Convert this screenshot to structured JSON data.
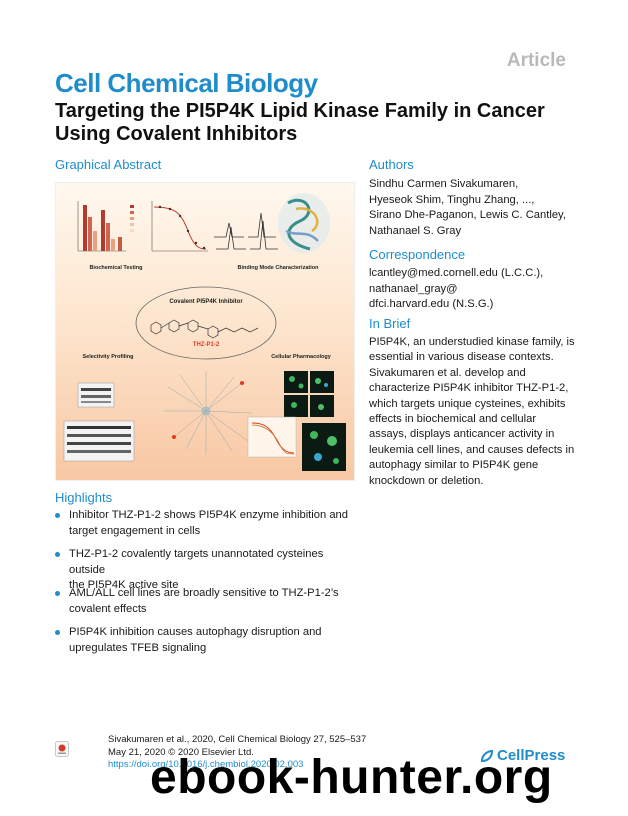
{
  "header": {
    "article_label": "Article",
    "journal": "Cell Chemical Biology",
    "title": "Targeting the PI5P4K Lipid Kinase Family in Cancer Using Covalent Inhibitors"
  },
  "graphical_abstract": {
    "heading": "Graphical Abstract",
    "panels": {
      "biochem": "Biochemical Testing",
      "binding": "Binding Mode Characterization",
      "inhibitor": "Covalent PI5P4K Inhibitor",
      "compound": "THZ-P1-2",
      "selectivity": "Selectivity Profiling",
      "cellular": "Cellular Pharmacology"
    }
  },
  "authors": {
    "heading": "Authors",
    "lines": [
      "Sindhu Carmen Sivakumaren,",
      "Hyeseok Shim, Tinghu Zhang, ...,",
      "Sirano Dhe-Paganon, Lewis C. Cantley,",
      "Nathanael S. Gray"
    ]
  },
  "correspondence": {
    "heading": "Correspondence",
    "lines": [
      "lcantley@med.cornell.edu (L.C.C.),",
      "nathanael_gray@",
      "dfci.harvard.edu (N.S.G.)"
    ]
  },
  "in_brief": {
    "heading": "In Brief",
    "lines": [
      "PI5P4K, an understudied kinase family, is",
      "essential in various disease contexts.",
      "Sivakumaren et al. develop and",
      "characterize PI5P4K inhibitor THZ-P1-2,",
      "which targets unique cysteines, exhibits",
      "effects in biochemical and cellular",
      "assays, displays anticancer activity in",
      "leukemia cell lines, and causes defects in",
      "autophagy similar to PI5P4K gene",
      "knockdown or deletion."
    ]
  },
  "highlights": {
    "heading": "Highlights",
    "items": [
      {
        "line1": "Inhibitor THZ-P1-2 shows PI5P4K enzyme inhibition and",
        "line2": "target engagement in cells"
      },
      {
        "line1": "THZ-P1-2 covalently targets unannotated cysteines outside",
        "line2": "the PI5P4K active site"
      },
      {
        "line1": "AML/ALL cell lines are broadly sensitive to THZ-P1-2’s",
        "line2": "covalent effects"
      },
      {
        "line1": "PI5P4K inhibition causes autophagy disruption and",
        "line2": "upregulates TFEB signaling"
      }
    ]
  },
  "citation": {
    "line1": "Sivakumaren et al., 2020, Cell Chemical Biology 27, 525–537",
    "line2": "May 21, 2020 © 2020 Elsevier Ltd.",
    "doi": "https://doi.org/10.1016/j.chembiol.2020.02.003"
  },
  "footer": {
    "publisher": "CellPress",
    "watermark": "ebook-hunter.org"
  },
  "colors": {
    "accent": "#1f8ccc",
    "article_gray": "#b9b9b9"
  }
}
